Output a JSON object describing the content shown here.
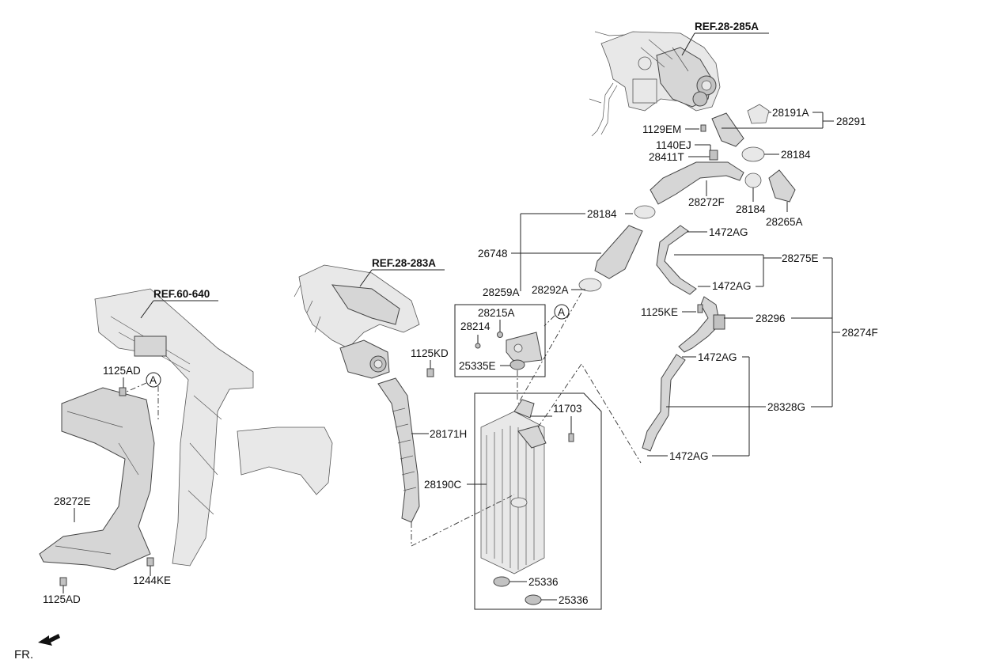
{
  "refs": {
    "ref_285A": "REF.28-285A",
    "ref_283A": "REF.28-283A",
    "ref_640": "REF.60-640"
  },
  "labels": {
    "p28191A": "28191A",
    "p28291": "28291",
    "p1129EM": "1129EM",
    "p1140EJ": "1140EJ",
    "p28411T": "28411T",
    "p28184_top": "28184",
    "p28272F": "28272F",
    "p28184_mid": "28184",
    "p28265A": "28265A",
    "p28184_left": "28184",
    "p1472AG_1": "1472AG",
    "p26748": "26748",
    "p28275E": "28275E",
    "p28259A": "28259A",
    "p28292A": "28292A",
    "p1472AG_2": "1472AG",
    "p28215A": "28215A",
    "p1125KE": "1125KE",
    "p28296": "28296",
    "p28214": "28214",
    "p28274F": "28274F",
    "p1125KD": "1125KD",
    "p1472AG_3": "1472AG",
    "p25335E": "25335E",
    "p1125AD_top": "1125AD",
    "p11703": "11703",
    "p28328G": "28328G",
    "p28171H": "28171H",
    "p1472AG_4": "1472AG",
    "p28190C": "28190C",
    "p28272E": "28272E",
    "p1244KE": "1244KE",
    "p25336_a": "25336",
    "p25336_b": "25336",
    "p1125AD_bot": "1125AD"
  },
  "callouts": {
    "circle_a_1": "A",
    "circle_a_2": "A"
  },
  "front": "FR."
}
